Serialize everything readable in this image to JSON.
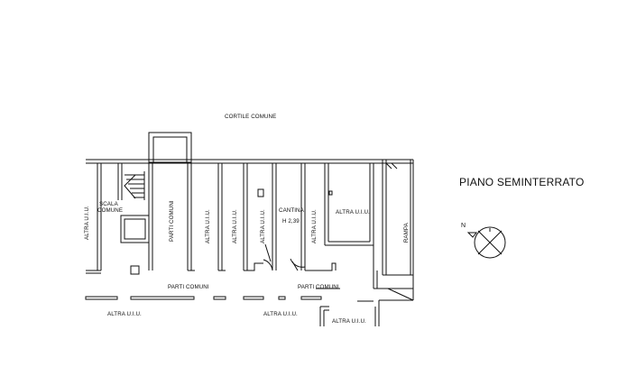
{
  "drawing": {
    "title": "PIANO SEMINTERRATO",
    "north_label": "N",
    "labels": {
      "cortile": "CORTILE COMUNE",
      "scala_1": "SCALA",
      "scala_2": "COMUNE",
      "altra_uiu_left": "ALTRA U.I.U.",
      "parti_comuni_vertical": "PARTI COMUNI",
      "altra_uiu_v1": "ALTRA U.I.U.",
      "altra_uiu_v2": "ALTRA U.I.U.",
      "altra_uiu_v3": "ALTRA U.I.U.",
      "cantina": "CANTINA",
      "cantina_height": "H 2,39",
      "altra_uiu_v4": "ALTRA U.I.U.",
      "altra_uiu_right": "ALTRA U.I.U.",
      "rampa": "RAMPA",
      "parti_comuni_1": "PARTI COMUNI",
      "parti_comuni_2": "PARTI COMUNI",
      "altra_uiu_bottom_left": "ALTRA U.I.U.",
      "altra_uiu_bottom_mid": "ALTRA U.I.U.",
      "altra_uiu_bottom_right": "ALTRA U.I.U."
    }
  }
}
